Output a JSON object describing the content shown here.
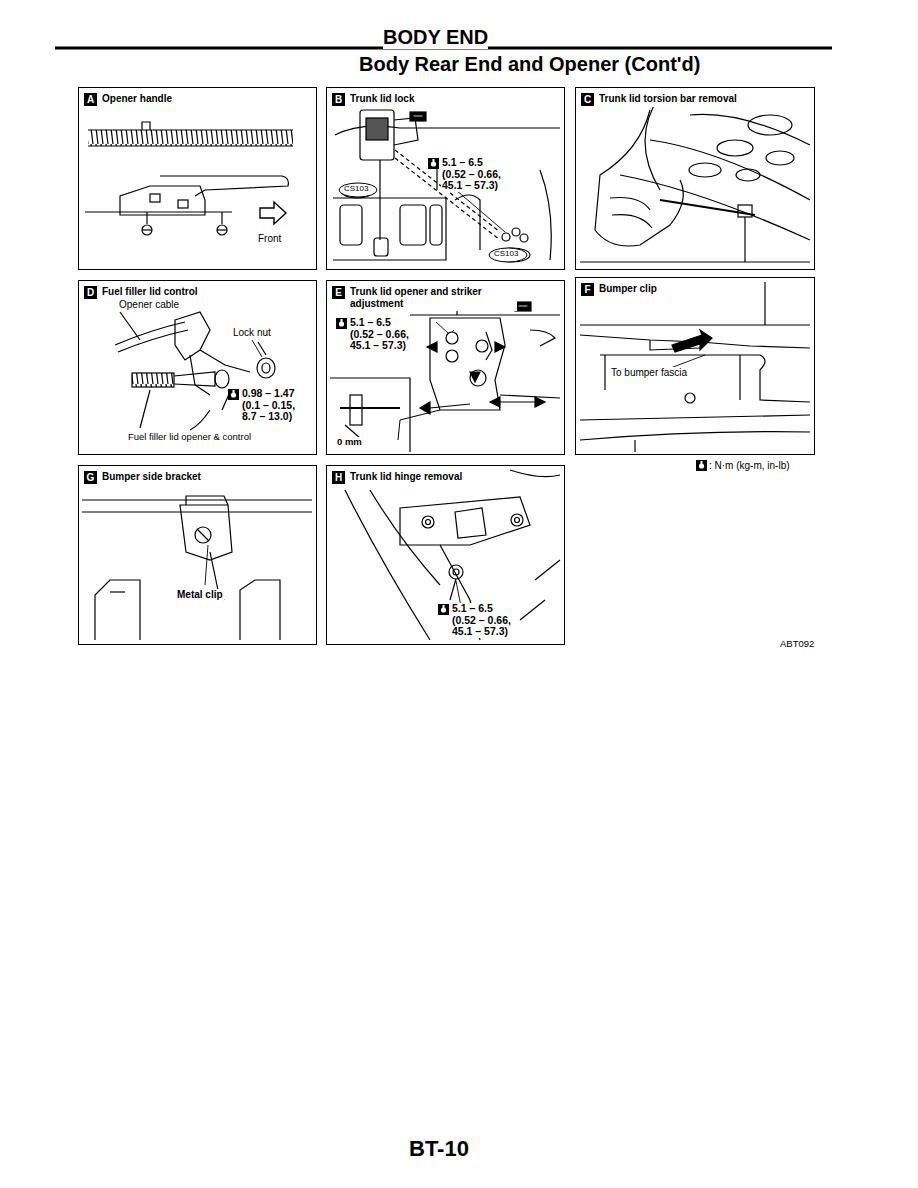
{
  "diagram": {
    "title": "BODY END",
    "nodes": [
      {
        "text": [
          "A",
          "Opener handle"
        ]
      },
      {
        "text": [
          "B",
          "Trunk lid lock"
        ]
      },
      {
        "text": [
          "C",
          "Trunk lid torsion bar removal"
        ]
      },
      {
        "text": [
          "D",
          "Fuel filler lid control"
        ]
      },
      {
        "text": [
          "E",
          "Trunk lid opener and striker adjustment"
        ]
      },
      {
        "text": [
          "F",
          "Bumper clip"
        ]
      },
      {
        "text": [
          "G",
          "Bumper side bracket"
        ]
      },
      {
        "text": [
          "H",
          "Trunk lid hinge removal"
        ]
      }
    ],
    "labels": [
      "Body Rear End and Opener (Cont'd)",
      "Front",
      "5.1 – 6.5 (0.52 – 0.66, 45.1 – 57.3)",
      "CS103",
      "CS103",
      "Opener cable",
      "Lock nut",
      "0.98 – 1.47 (0.1 – 0.15, 8.7 – 13.0)",
      "Fuel filler lid opener & control",
      "5.1 – 6.5 (0.52 – 0.66, 45.1 – 57.3)",
      "0 mm",
      "To bumper fascia",
      "Metal clip",
      "5.1 – 6.5 (0.52 – 0.66, 45.1 – 57.3)",
      "ABT092",
      "BT-10"
    ],
    "legend": [
      {
        "text": ": N·m (kg-m, in-lb)"
      }
    ]
  }
}
